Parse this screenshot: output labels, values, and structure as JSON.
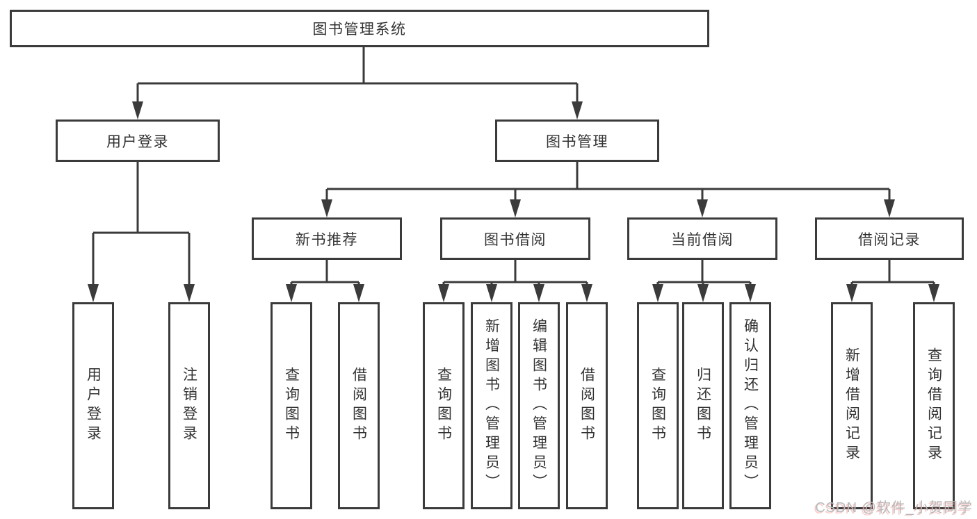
{
  "nodes": {
    "root": "图书管理系统",
    "user_login": "用户登录",
    "book_mgmt": "图书管理",
    "new_book_rec": "新书推荐",
    "book_borrow": "图书借阅",
    "current_borrow": "当前借阅",
    "borrow_records": "借阅记录",
    "leaf_user_login": "用户登录",
    "leaf_logout": "注销登录",
    "leaf_query_book_rec": "查询图书",
    "leaf_borrow_book_rec": "借阅图书",
    "leaf_query_book_borrow": "查询图书",
    "leaf_add_book": "新增图书（管理员）",
    "leaf_edit_book": "编辑图书（管理员）",
    "leaf_borrow_book_borrow": "借阅图书",
    "leaf_query_book_current": "查询图书",
    "leaf_return_book": "归还图书",
    "leaf_confirm_return": "确认归还（管理员）",
    "leaf_add_borrow_record": "新增借阅记录",
    "leaf_query_borrow_record": "查询借阅记录"
  },
  "watermark": "CSDN @软件_小贺同学",
  "colors": {
    "line": "#3b3b3b",
    "text": "#333333",
    "background": "#ffffff",
    "watermark": "#b9b9b9"
  }
}
